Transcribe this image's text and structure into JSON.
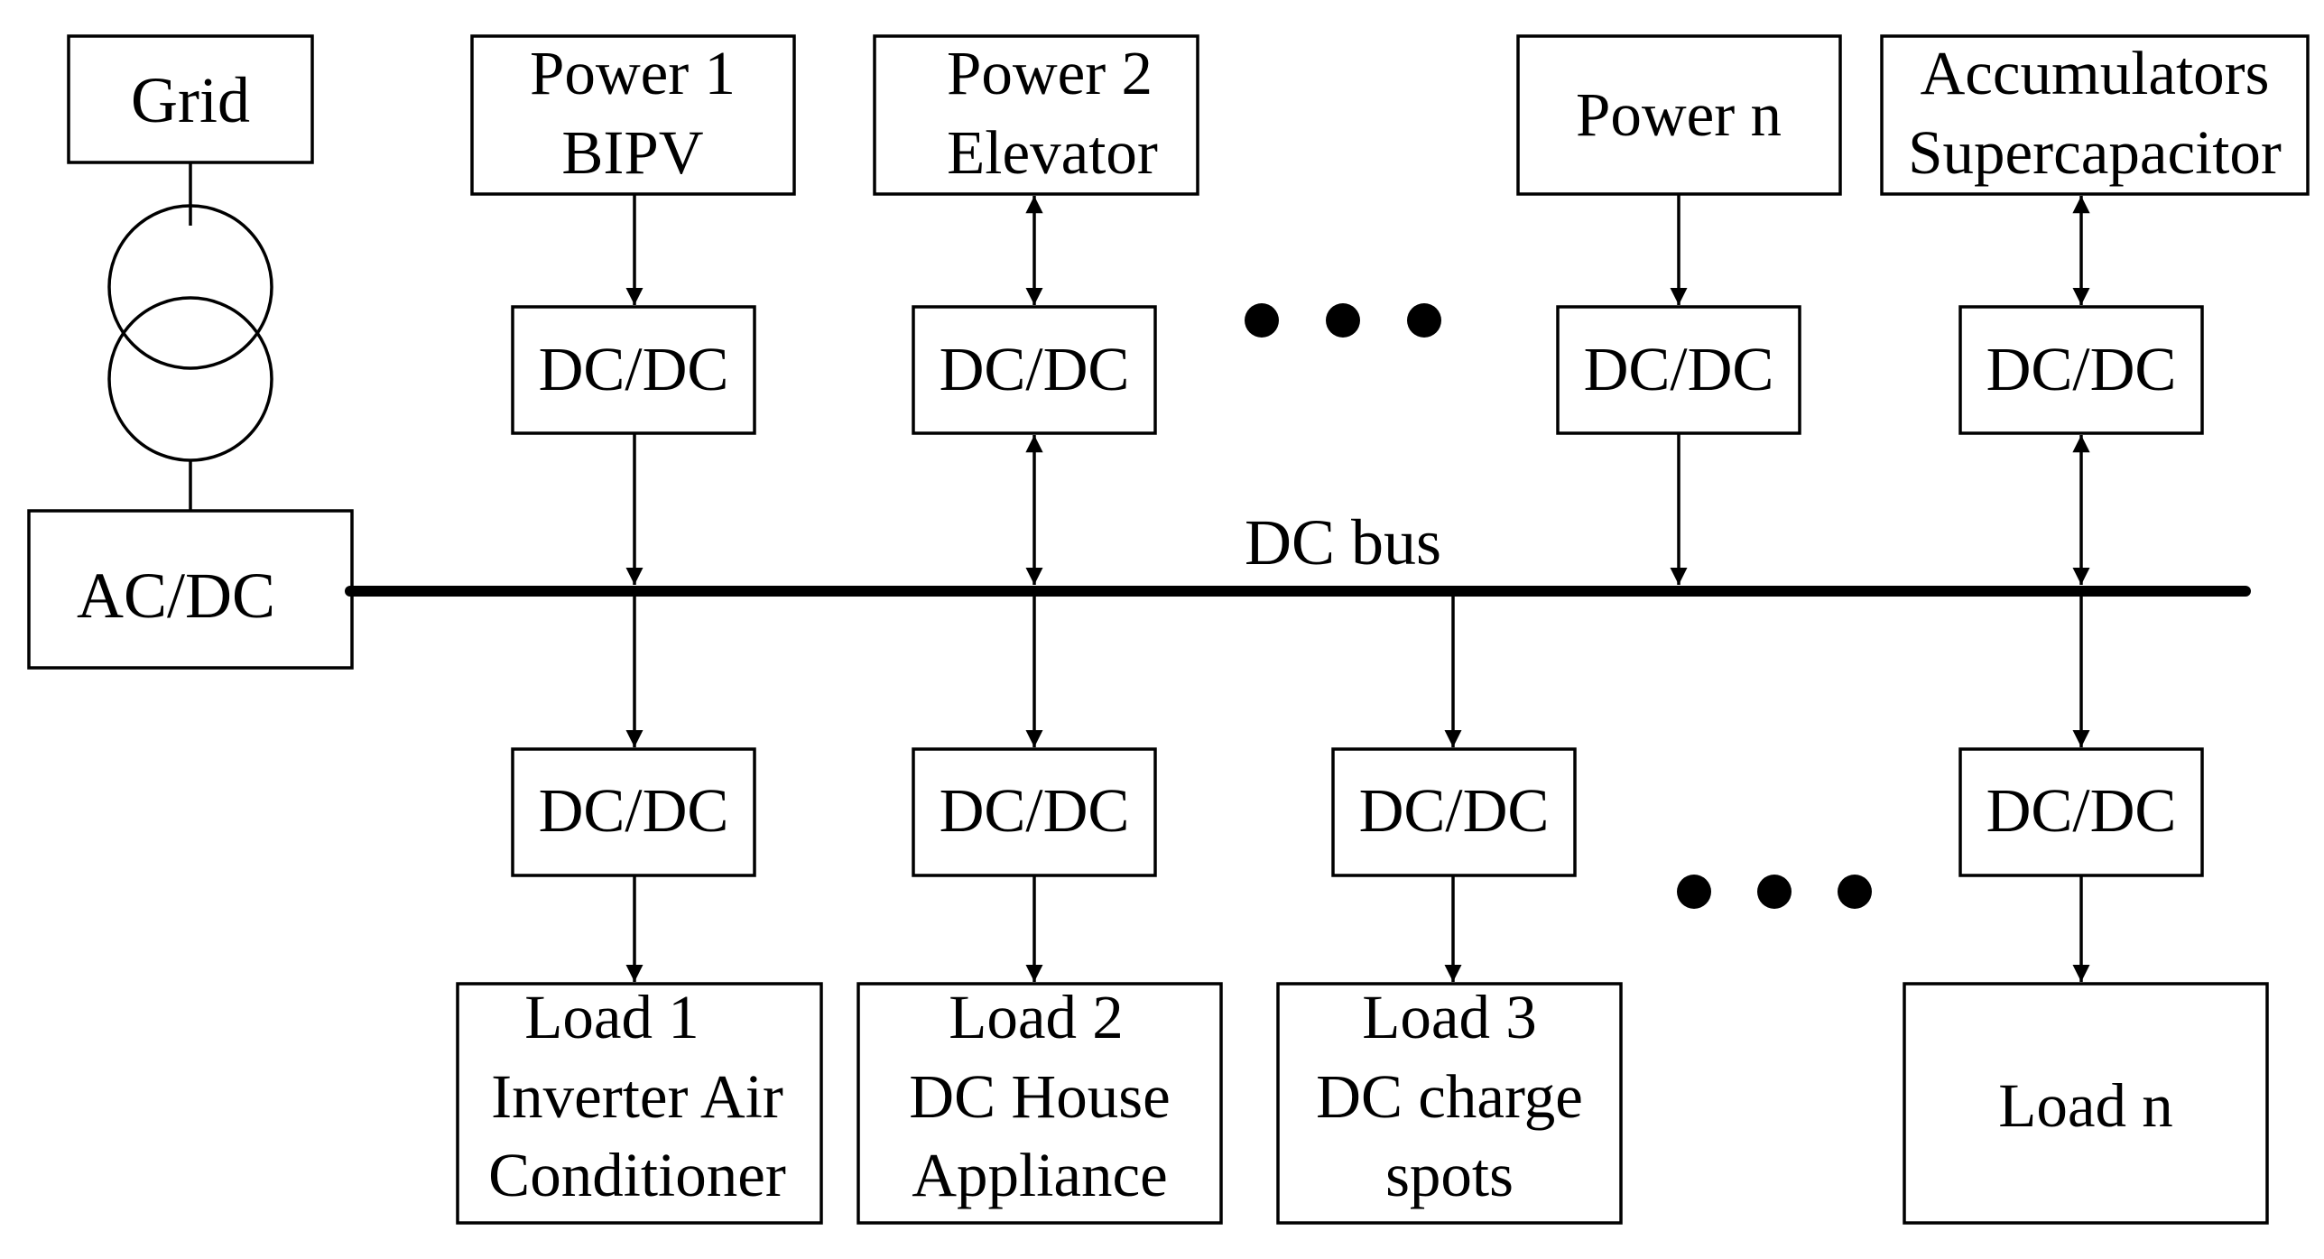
{
  "grid": {
    "label": "Grid"
  },
  "acdc": {
    "label": "AC/DC"
  },
  "bus": {
    "label": "DC bus"
  },
  "sources": [
    {
      "line1": "Power  1",
      "line2": "BIPV",
      "converter": "DC/DC"
    },
    {
      "line1": "Power  2",
      "line2": "Elevator",
      "converter": "DC/DC"
    },
    {
      "line1": "Power  n",
      "line2": "",
      "converter": "DC/DC"
    },
    {
      "line1": "Accumulators",
      "line2": "Supercapacitor",
      "converter": "DC/DC"
    }
  ],
  "loads": [
    {
      "line1": "Load  1",
      "line2": "Inverter Air",
      "line3": "Conditioner",
      "converter": "DC/DC"
    },
    {
      "line1": "Load  2",
      "line2": "DC House",
      "line3": "Appliance",
      "converter": "DC/DC"
    },
    {
      "line1": "Load  3",
      "line2": "DC charge",
      "line3": "spots",
      "converter": "DC/DC"
    },
    {
      "line1": "Load n",
      "line2": "",
      "line3": "",
      "converter": "DC/DC"
    }
  ],
  "colors": {
    "stroke": "#000000",
    "background": "#ffffff"
  }
}
